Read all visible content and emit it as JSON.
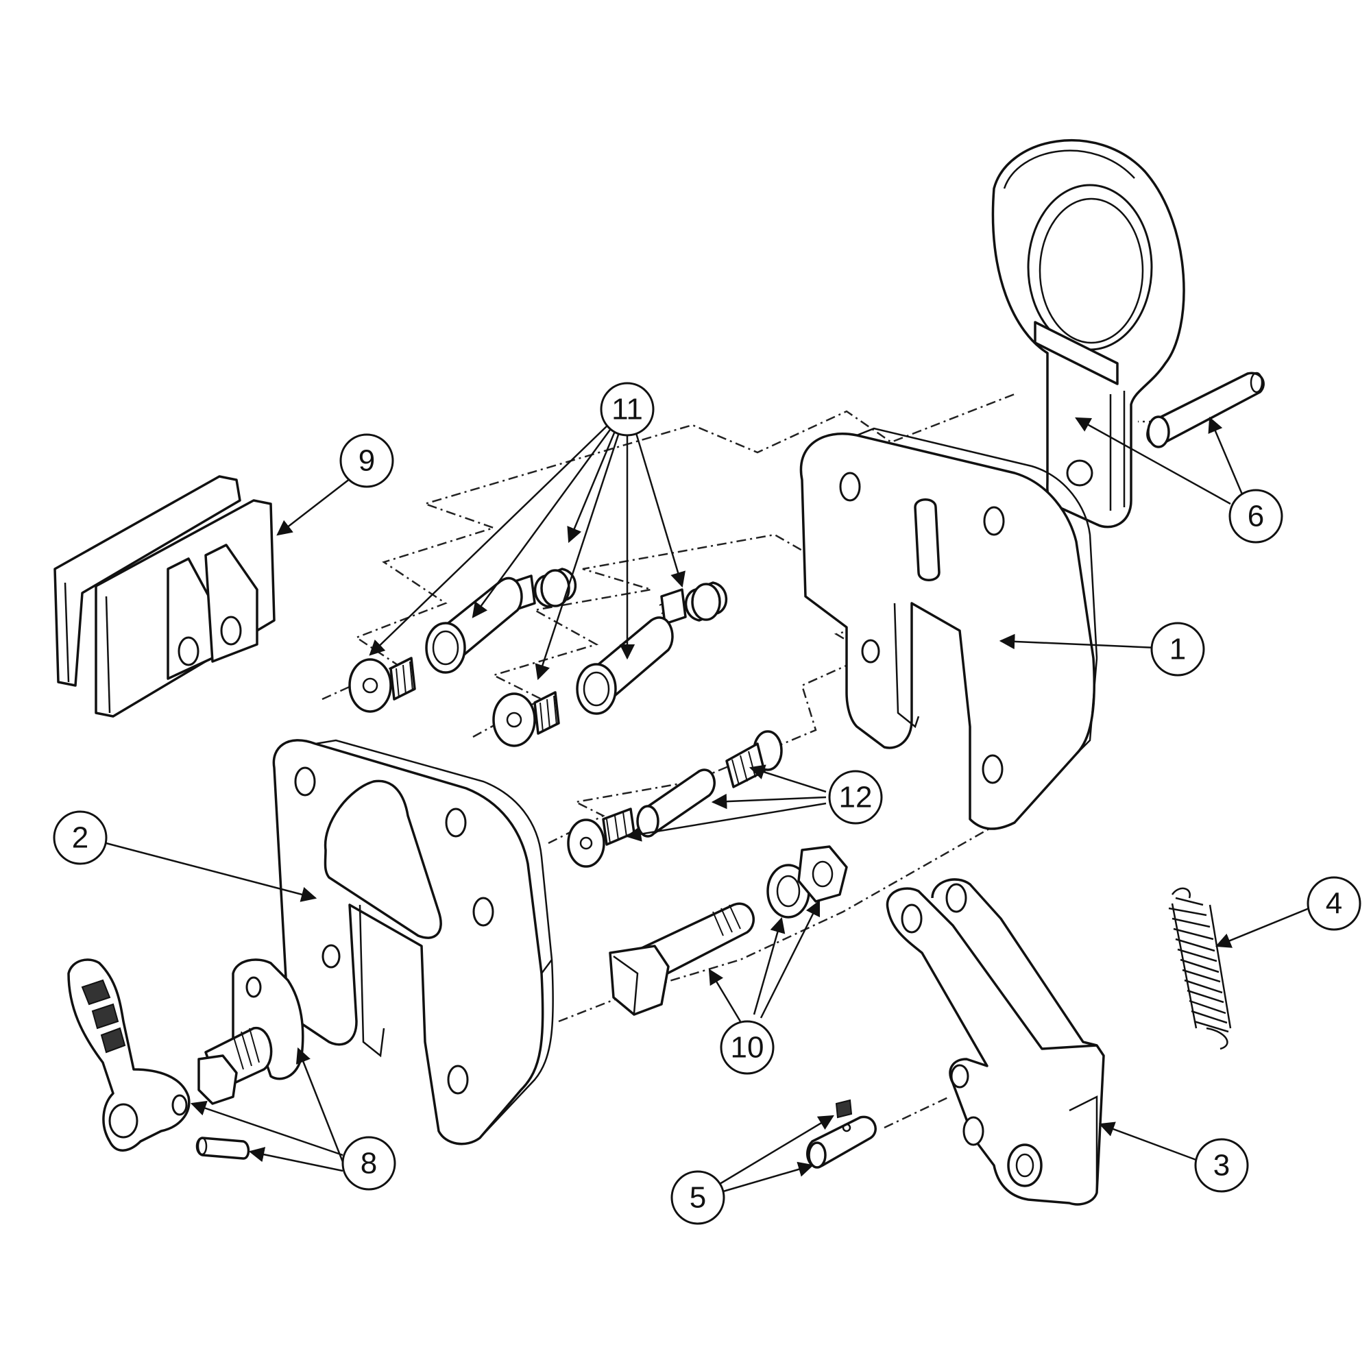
{
  "diagram": {
    "type": "exploded-parts-diagram",
    "callouts": [
      {
        "id": "1",
        "label": "1"
      },
      {
        "id": "2",
        "label": "2"
      },
      {
        "id": "3",
        "label": "3"
      },
      {
        "id": "4",
        "label": "4"
      },
      {
        "id": "5",
        "label": "5"
      },
      {
        "id": "6",
        "label": "6"
      },
      {
        "id": "8",
        "label": "8"
      },
      {
        "id": "9",
        "label": "9"
      },
      {
        "id": "10",
        "label": "10"
      },
      {
        "id": "11",
        "label": "11"
      },
      {
        "id": "12",
        "label": "12"
      }
    ]
  }
}
